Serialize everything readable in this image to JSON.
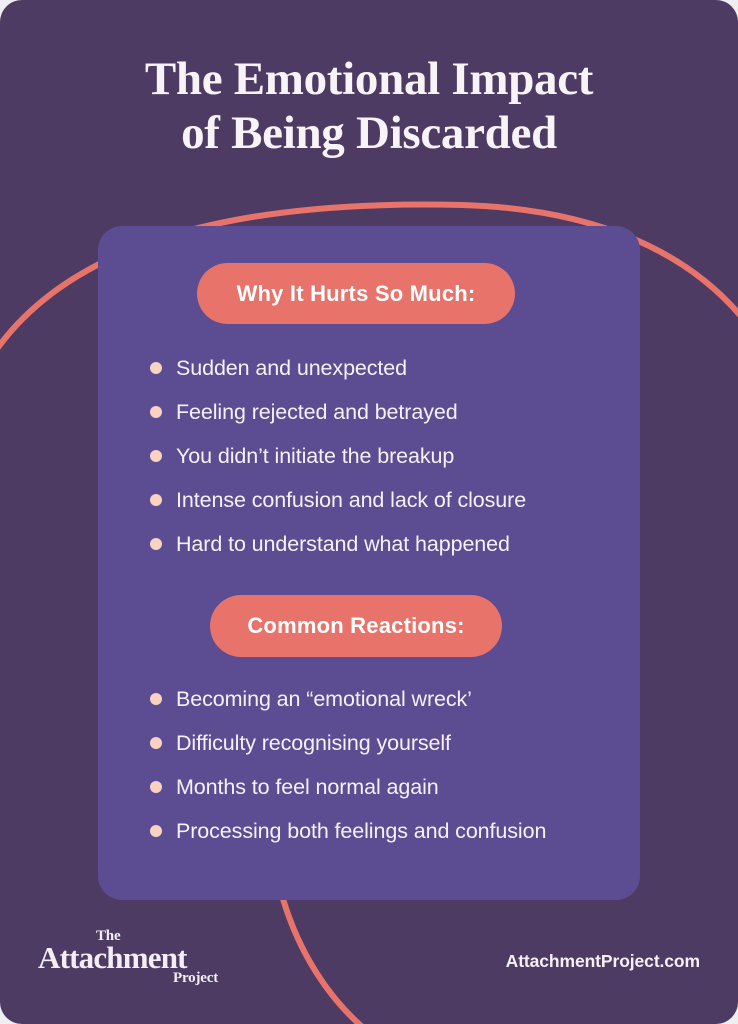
{
  "poster": {
    "background_color": "#4D3B63",
    "panel_color": "#5C4D92",
    "accent_color": "#E8736B",
    "bullet_dot_color": "#FAD2C2",
    "text_color": "#F6F1F8"
  },
  "title": {
    "line1": "The Emotional Impact",
    "line2": "of Being Discarded"
  },
  "sections": [
    {
      "heading": "Why It Hurts So Much:",
      "items": [
        "Sudden and unexpected",
        "Feeling rejected and betrayed",
        "You didn’t initiate the breakup",
        "Intense confusion and lack of closure",
        "Hard to understand what happened"
      ]
    },
    {
      "heading": "Common Reactions:",
      "items": [
        "Becoming an “emotional wreck’",
        "Difficulty recognising yourself",
        "Months to feel normal again",
        "Processing both feelings and confusion"
      ]
    }
  ],
  "footer": {
    "logo": {
      "the": "The",
      "attachment": "Attachment",
      "project": "Project"
    },
    "site_url": "AttachmentProject.com"
  }
}
